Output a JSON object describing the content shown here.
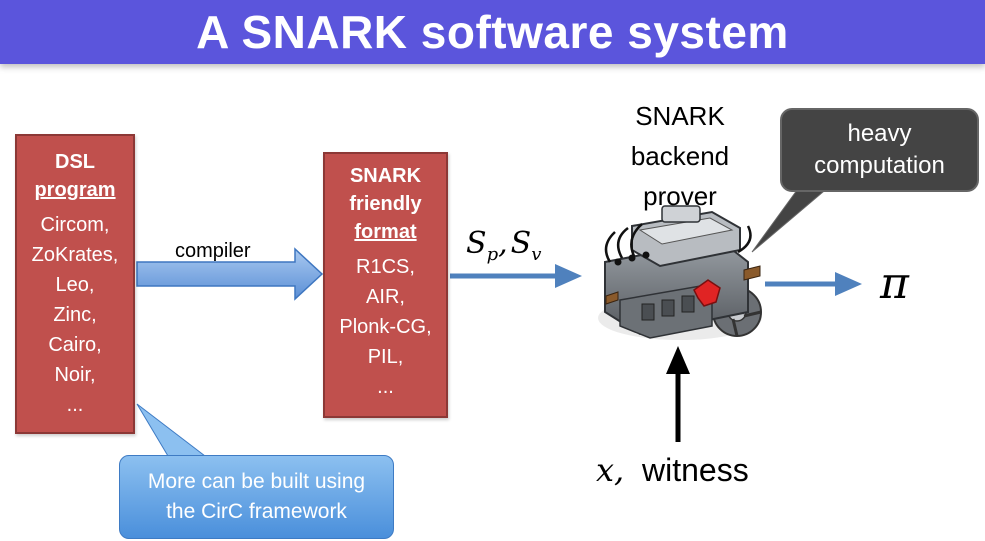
{
  "header": {
    "title": "A SNARK software system"
  },
  "dsl_box": {
    "title_line1": "DSL",
    "title_line2": "program",
    "items": [
      "Circom,",
      "ZoKrates,",
      "Leo,",
      "Zinc,",
      "Cairo,",
      "Noir,",
      "..."
    ]
  },
  "compiler_label": "compiler",
  "snark_box": {
    "title_line1": "SNARK",
    "title_line2": "friendly",
    "title_line3": "format",
    "items": [
      "R1CS,",
      "AIR,",
      "Plonk-CG,",
      "PIL,",
      "..."
    ]
  },
  "params_label": {
    "s": "S",
    "p": "p",
    "v": "v"
  },
  "backend_label": {
    "line1": "SNARK",
    "line2": "backend",
    "line3": "prover"
  },
  "callout_heavy": {
    "line1": "heavy",
    "line2": "computation"
  },
  "proof_label": "π",
  "witness_label": {
    "x": "x,",
    "text": "witness"
  },
  "callout_circ": {
    "line1": "More can be built using",
    "line2": "the CirC framework"
  },
  "colors": {
    "header": "#5b55dc",
    "box": "#c0504d",
    "arrow": "#4f81bd",
    "callout_dark": "#444444",
    "callout_blue": "#5b9bd5"
  },
  "icons": {
    "engine": "engine-icon"
  }
}
